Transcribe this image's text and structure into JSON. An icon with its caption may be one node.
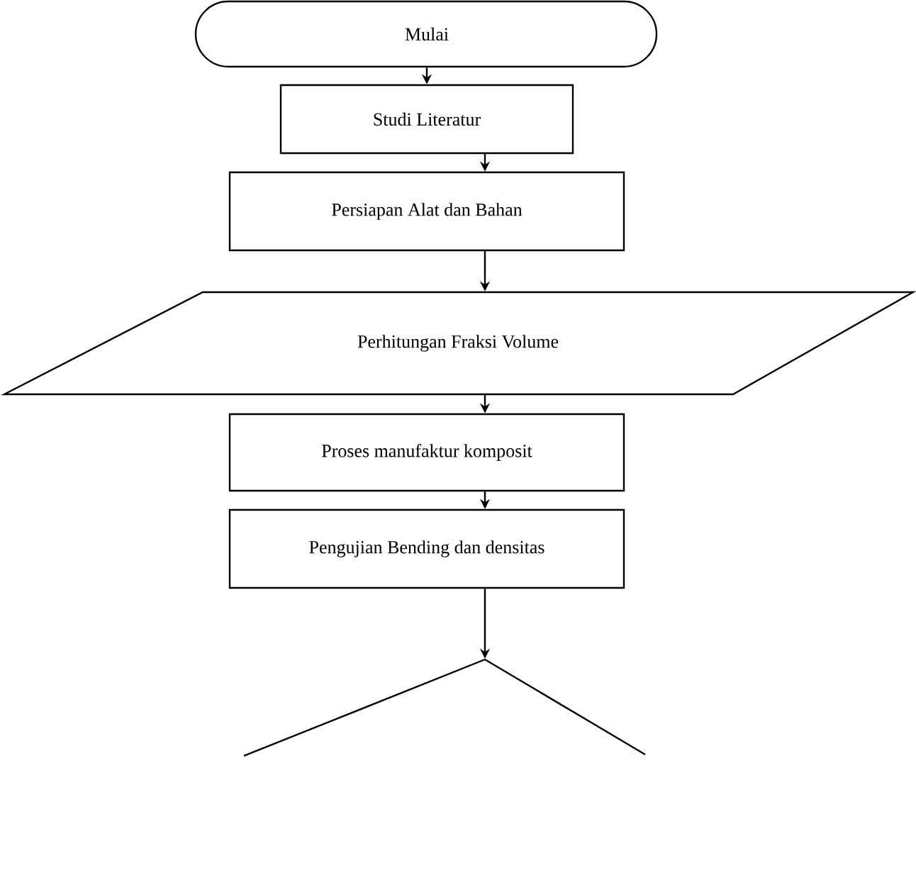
{
  "diagram": {
    "nodes": [
      {
        "text": [
          "Mulai"
        ]
      },
      {
        "text": [
          "Studi Literatur"
        ]
      },
      {
        "text": [
          "Persiapan Alat dan Bahan"
        ]
      },
      {
        "text": [
          "Perhitungan Fraksi Volume"
        ]
      },
      {
        "text": [
          "Proses manufaktur komposit"
        ]
      },
      {
        "text": [
          "Pengujian Bending dan densitas"
        ]
      },
      {
        "text": [],
        "shape": "diamond"
      }
    ],
    "edges": [
      {
        "from": 0,
        "to": 1,
        "arrow": "to"
      },
      {
        "from": 1,
        "to": 2,
        "arrow": "to"
      },
      {
        "from": 2,
        "to": 3,
        "arrow": "to"
      },
      {
        "from": 3,
        "to": 4,
        "arrow": "to"
      },
      {
        "from": 4,
        "to": 5,
        "arrow": "to"
      },
      {
        "from": 5,
        "to": 6,
        "arrow": "to"
      }
    ]
  }
}
